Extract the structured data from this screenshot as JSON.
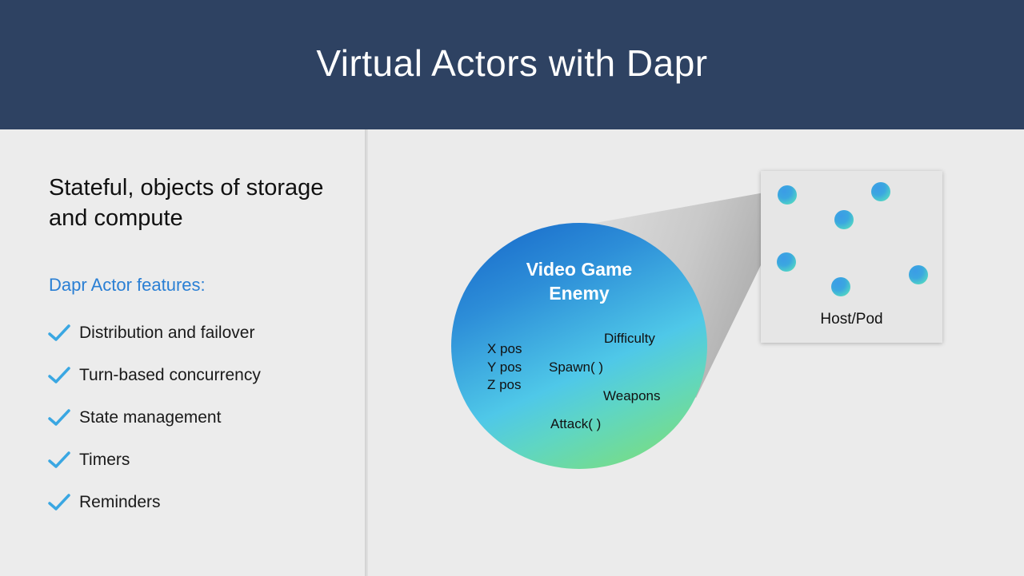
{
  "title": "Virtual Actors with Dapr",
  "left": {
    "subtitle": "Stateful, objects of storage and compute",
    "features_heading": "Dapr Actor features:",
    "features": [
      "Distribution and failover",
      "Turn-based concurrency",
      "State management",
      "Timers",
      "Reminders"
    ],
    "check_color": "#3aa7e2"
  },
  "diagram": {
    "circle_title": "Video Game Enemy",
    "state_fields": [
      "X pos",
      "Y pos",
      "Z pos"
    ],
    "methods_and_props": {
      "difficulty": "Difficulty",
      "spawn": "Spawn( )",
      "weapons": "Weapons",
      "attack": "Attack( )"
    },
    "host_label": "Host/Pod",
    "actor_dot_count": 6
  },
  "colors": {
    "header_bg": "#2e4262",
    "accent_blue": "#2a7fd4",
    "circle_gradient": [
      "#1565c8",
      "#4fc8e8",
      "#84e06a"
    ]
  }
}
